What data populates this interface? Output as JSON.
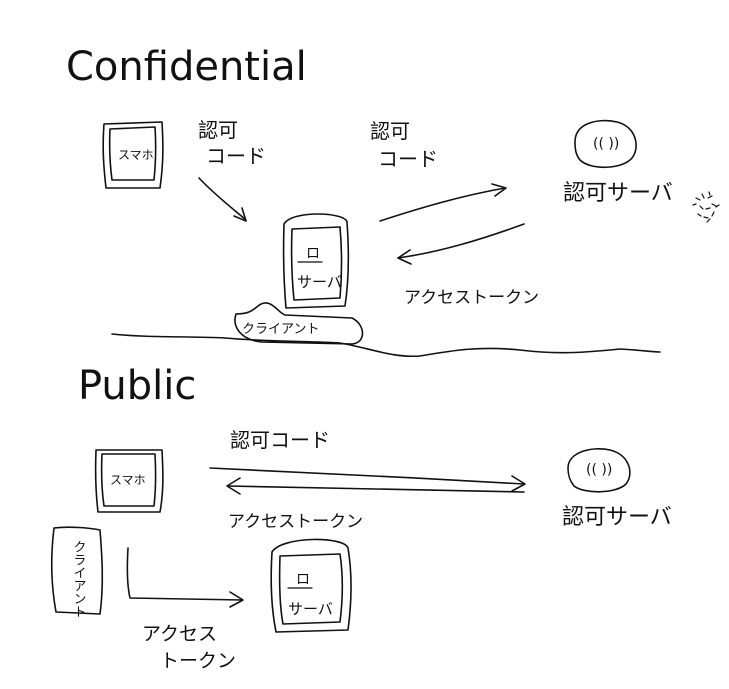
{
  "sections": {
    "confidential": {
      "heading": "Confidential",
      "phone_label": "スマホ",
      "auth_code_left": [
        "認可",
        "コード"
      ],
      "auth_code_right": [
        "認可",
        "コード"
      ],
      "app_server_label": [
        "ロ",
        "サーバ"
      ],
      "client_label": "クライアント",
      "auth_server_face": "(( ))",
      "auth_server_label": "認可サーバ",
      "access_token_label": "アクセストークン"
    },
    "public": {
      "heading": "Public",
      "phone_label": "スマホ",
      "client_label_vertical": "クライアント",
      "auth_code_label": "認可コード",
      "access_token_upper": "アクセストークン",
      "auth_server_face": "(( ))",
      "auth_server_label": "認可サーバ",
      "app_server_label": [
        "ロ",
        "サーバ"
      ],
      "access_token_lower": [
        "アクセス",
        "トークン"
      ]
    }
  },
  "colors": {
    "ink": "#111111",
    "background": "#ffffff"
  }
}
